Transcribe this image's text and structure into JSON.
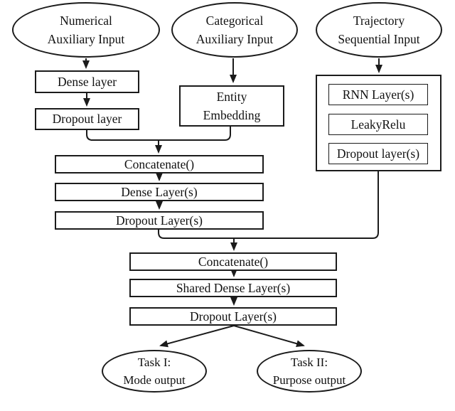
{
  "colors": {
    "stroke": "#1b1b1b",
    "text": "#111111",
    "background": "#ffffff"
  },
  "nodes": {
    "numerical_input": "Numerical\nAuxiliary Input",
    "categorical_input": "Categorical\nAuxiliary Input",
    "trajectory_input": "Trajectory\nSequential Input",
    "dense_layer": "Dense layer",
    "dropout_layer": "Dropout layer",
    "entity_embedding": "Entity\nEmbedding",
    "rnn_branch": {
      "rnn_layers": "RNN Layer(s)",
      "leaky_relu": "LeakyRelu",
      "dropout_layers": "Dropout layer(s)"
    },
    "aux_stack": {
      "concatenate": "Concatenate()",
      "dense_layers": "Dense Layer(s)",
      "dropout_layers": "Dropout Layer(s)"
    },
    "shared_stack": {
      "concatenate": "Concatenate()",
      "shared_dense_layers": "Shared Dense Layer(s)",
      "dropout_layers": "Dropout Layer(s)"
    },
    "outputs": {
      "task1": "Task I:\nMode output",
      "task2": "Task II:\nPurpose output"
    }
  }
}
